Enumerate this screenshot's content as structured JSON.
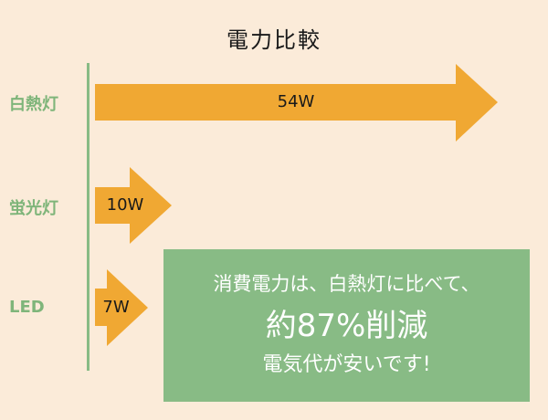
{
  "chart_data": {
    "type": "bar",
    "title": "電力比較",
    "categories": [
      "白熱灯",
      "蛍光灯",
      "LED"
    ],
    "values": [
      54,
      10,
      7
    ],
    "unit": "W",
    "value_labels": [
      "54W",
      "10W",
      "7W"
    ],
    "orientation": "horizontal",
    "bar_style": "arrow",
    "xlabel": "",
    "ylabel": "",
    "grid": false,
    "annotation": {
      "line1": "消費電力は、白熱灯に比べて、",
      "line2": "約87%削減",
      "line3": "電気代が安いです!"
    }
  },
  "colors": {
    "background": "#fbebd9",
    "arrow": "#f0a833",
    "accent_green": "#88bb85",
    "label_green": "#7fb57a",
    "title_text": "#1a1a1a"
  }
}
